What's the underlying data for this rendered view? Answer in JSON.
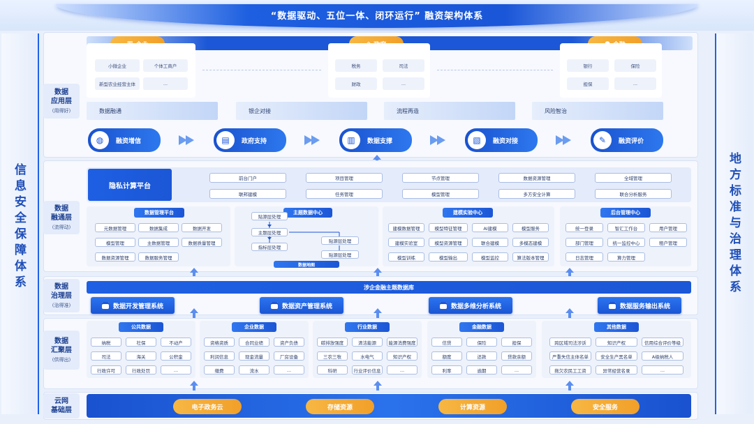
{
  "header": {
    "title": "“数据驱动、五位一体、闭环运行” 融资架构体系"
  },
  "sides": {
    "left": "信息安全保障体系",
    "right": "地方标准与治理体系"
  },
  "layers": {
    "app": {
      "name": "数据\n应用层",
      "sub": "(用得好)"
    },
    "fusion": {
      "name": "数据\n融通层",
      "sub": "(流得动)"
    },
    "gov": {
      "name": "数据\n治理层",
      "sub": "(治得准)"
    },
    "gather": {
      "name": "数据\n汇聚层",
      "sub": "(供得出)"
    },
    "cloud": {
      "name": "云网\n基础层"
    }
  },
  "app": {
    "pills": [
      "企业",
      "政府",
      "金融"
    ],
    "enterprise": [
      "小微企业",
      "个体工商户",
      "新型农业经营主体",
      "..."
    ],
    "government": [
      "税务",
      "司法",
      "财政",
      "..."
    ],
    "finance": [
      "银行",
      "保险",
      "担保",
      "..."
    ],
    "bars": [
      "数据融通",
      "银企对接",
      "流程再造",
      "风险智治"
    ],
    "flow": [
      "融资增信",
      "政府支持",
      "数据支撑",
      "融资对接",
      "融资评价"
    ]
  },
  "fusion": {
    "platform": "隐私计算平台",
    "grid": [
      "前台门户",
      "项目管理",
      "节点管理",
      "数据资源管理",
      "全域管理",
      "联邦建模",
      "任务管理",
      "模型管理",
      "多方安全计算",
      "联合分析服务"
    ],
    "dm": {
      "title": "数据管理平台",
      "items": [
        "元数据管理",
        "数据集成",
        "数据开发",
        "模型管理",
        "主数据管理",
        "数据质量管理",
        "数据资源管理",
        "数据服务管理"
      ]
    },
    "theme": {
      "title": "主题数据中心",
      "items": [
        "贴源层处理",
        "主题层处理",
        "指标层处理",
        "贴源层处理",
        "贴源层处理"
      ],
      "footer": "数据地图"
    },
    "lab": {
      "title": "建模实验中心",
      "items": [
        "建模数据管理",
        "模型特征管理",
        "AI建模",
        "模型服务",
        "建模实验室",
        "模型资源管理",
        "联合建模",
        "多模态建模",
        "模型训练",
        "模型输出",
        "模型监控",
        "算法版本管理"
      ]
    },
    "back": {
      "title": "后台管理中心",
      "items": [
        "统一登录",
        "智汇工作台",
        "用户管理",
        "部门管理",
        "统一监控中心",
        "租户管理",
        "日志管理",
        "算力管理"
      ]
    }
  },
  "gov": {
    "topbar": "涉企金融主题数据库",
    "systems": [
      "数据开发管理系统",
      "数据资产管理系统",
      "数据多维分析系统",
      "数据服务输出系统"
    ]
  },
  "gather": {
    "groups": [
      {
        "title": "公共数据",
        "items": [
          "纳税",
          "社保",
          "不动产",
          "司法",
          "海关",
          "公积金",
          "行政许可",
          "行政处罚",
          "..."
        ]
      },
      {
        "title": "企业数据",
        "items": [
          "资格资质",
          "合同业绩",
          "资产负债",
          "利润信息",
          "现金流量",
          "厂房设备",
          "缴费",
          "流水",
          "..."
        ]
      },
      {
        "title": "行业数据",
        "items": [
          "碳排放强度",
          "清洁能源",
          "能源消费强度",
          "三农三牧",
          "水电气",
          "知识产权",
          "科研",
          "行业评价信息",
          "..."
        ]
      },
      {
        "title": "金融数据",
        "items": [
          "信贷",
          "保险",
          "担保",
          "额度",
          "还款",
          "贷款余额",
          "利率",
          "逾期",
          "..."
        ]
      },
      {
        "title": "其他数据",
        "items": [
          "跨区域司法涉诉",
          "知识产权",
          "信用综合评价等级",
          "严重失信主体名单",
          "安全生产黑名单",
          "A级纳税人",
          "拖欠农民工工资",
          "异常经营名录",
          "..."
        ]
      }
    ]
  },
  "cloud": {
    "items": [
      "电子政务云",
      "存储资源",
      "计算资源",
      "安全服务"
    ]
  }
}
